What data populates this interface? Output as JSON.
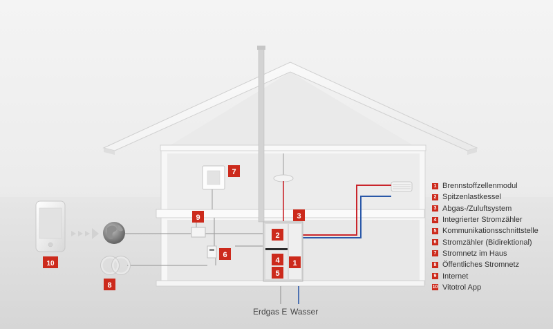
{
  "legend": {
    "items": [
      {
        "num": "1",
        "label": "Brennstoffzellenmodul"
      },
      {
        "num": "2",
        "label": "Spitzenlastkessel"
      },
      {
        "num": "3",
        "label": "Abgas-/Zuluftsystem"
      },
      {
        "num": "4",
        "label": "Integrierter Stromzähler"
      },
      {
        "num": "5",
        "label": "Kommunikationsschnittstelle"
      },
      {
        "num": "6",
        "label": "Stromzähler (Bidirektional)"
      },
      {
        "num": "7",
        "label": "Stromnetz im Haus"
      },
      {
        "num": "8",
        "label": "Öffentliches Stromnetz"
      },
      {
        "num": "9",
        "label": "Internet"
      },
      {
        "num": "10",
        "label": "Vitotrol App"
      }
    ]
  },
  "badges": {
    "b1": "1",
    "b2": "2",
    "b3": "3",
    "b4": "4",
    "b5": "5",
    "b6": "6",
    "b7": "7",
    "b8": "8",
    "b9": "9",
    "b10": "10"
  },
  "labels": {
    "gas": "Erdgas E",
    "water": "Wasser"
  },
  "colors": {
    "badge": "#cc2a1c",
    "hot_pipe": "#c9252b",
    "cold_pipe": "#2a58a8",
    "cable": "#9a9a9a"
  }
}
